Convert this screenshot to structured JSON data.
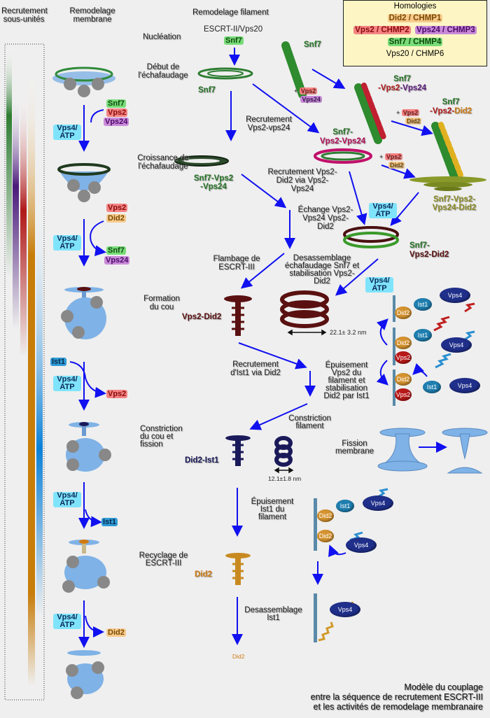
{
  "headers": {
    "subunits": "Recrutement sous-unités",
    "membrane": "Remodelage membrane",
    "filament": "Remodelage filament"
  },
  "homologies": {
    "title": "Homologies",
    "rows": [
      [
        "Did2 / CHMP1"
      ],
      [
        "Vps2 / CHMP2",
        "Vps24 / CHMP3"
      ],
      [
        "Snf7  / CHMP4"
      ],
      [
        "Vps20 / CHMP6"
      ]
    ]
  },
  "membrane_column": {
    "step1_in": [
      "Snf7",
      "Vps2",
      "Vps24"
    ],
    "vps4_atp": "Vps4/ ATP",
    "step2_out_top": [
      "Vps2",
      "Did2"
    ],
    "step2_out_bottom": [
      "Snf7",
      "Vps24"
    ],
    "step3_in": "Ist1",
    "step3_out": "Vps2",
    "step4_out": "Ist1",
    "step5_out": "Did2"
  },
  "filament": {
    "escrt": "ESCRT-II/Vps20",
    "snf7_chip": "Snf7",
    "nucleation": "Nucléation",
    "debut": "Début de l'échafaudage",
    "snf7_ring": "Snf7",
    "snf7_rod": "Snf7",
    "plus_vps2_vps24": [
      "+ ",
      "Vps2",
      "Vps24"
    ],
    "rod2": {
      "a": "Snf7",
      "b": "-Vps2",
      "c": "-Vps24"
    },
    "plus_vps2_did2_a": [
      "+ ",
      "Vps2",
      "Did2"
    ],
    "rod3": {
      "a": "Snf7",
      "b": "-Vps2-",
      "c": "Did2"
    },
    "recrutement_vps2_vps24": "Recrutement Vps2-vps24",
    "ring2": {
      "a": "Snf7-",
      "b": "Vps2-Vps24"
    },
    "plus_vps2_did2_b": [
      "+ ",
      "Vps2",
      "Did2"
    ],
    "croissance": "Croissance de l'échafaudage",
    "snf7_vps2_vps24": "Snf7-Vps2 -Vps24",
    "recrutement_did2": "Recrutement Vps2-Did2 via Vps2-Vps24",
    "ring3": "Snf7-Vps2- Vps24-Did2",
    "echange": "Échange Vps2-Vps24 Vps2-Did2",
    "vps4_atp": "Vps4/ ATP",
    "helix": {
      "a": "Snf7-",
      "b": "Vps2-Did2"
    },
    "flambage": "Flambage de ESCRT-III",
    "desassemblage": "Desassemblage échafaudage Snf7 et stabilisation Vps2-Did2",
    "formation": "Formation du cou",
    "vps2_did2": "Vps2-Did2",
    "measure1": "22.1± 3.2 nm",
    "recrutement_ist1": "Recrutement d'Ist1 via Did2",
    "epuisement_vps2": "Épuisement Vps2 du filament et stabilisation Did2 par Ist1",
    "constriction_filament": "Constriction filament",
    "constriction_cou": "Constriction du cou et fission",
    "did2_ist1": "Did2-Ist1",
    "measure2": "12.1±1.8 nm",
    "fission": "Fission membrane",
    "epuisement_ist1": "Épuisement Ist1 du filament",
    "recyclage": "Recyclage de ESCRT-III",
    "did2": "Did2",
    "desassemblage_ist1": "Desassemblage Ist1",
    "did2_small": "Did2"
  },
  "molecules": {
    "did2": "Did2",
    "ist1": "Ist1",
    "vps2": "Vps2",
    "vps4": "Vps4"
  },
  "caption": [
    "Modèle du couplage",
    "entre la séquence de recrutement ESCRT-III",
    "et les activités de remodelage membranaire"
  ],
  "colors": {
    "snf7": "#267326",
    "vps2": "#b01818",
    "vps24": "#5a1a7a",
    "did2": "#d07a10",
    "ist1": "#1a7ab0",
    "vps4": "#1f2f8a",
    "arrow": "#1010f0",
    "membrane": "#7fb2e6"
  }
}
